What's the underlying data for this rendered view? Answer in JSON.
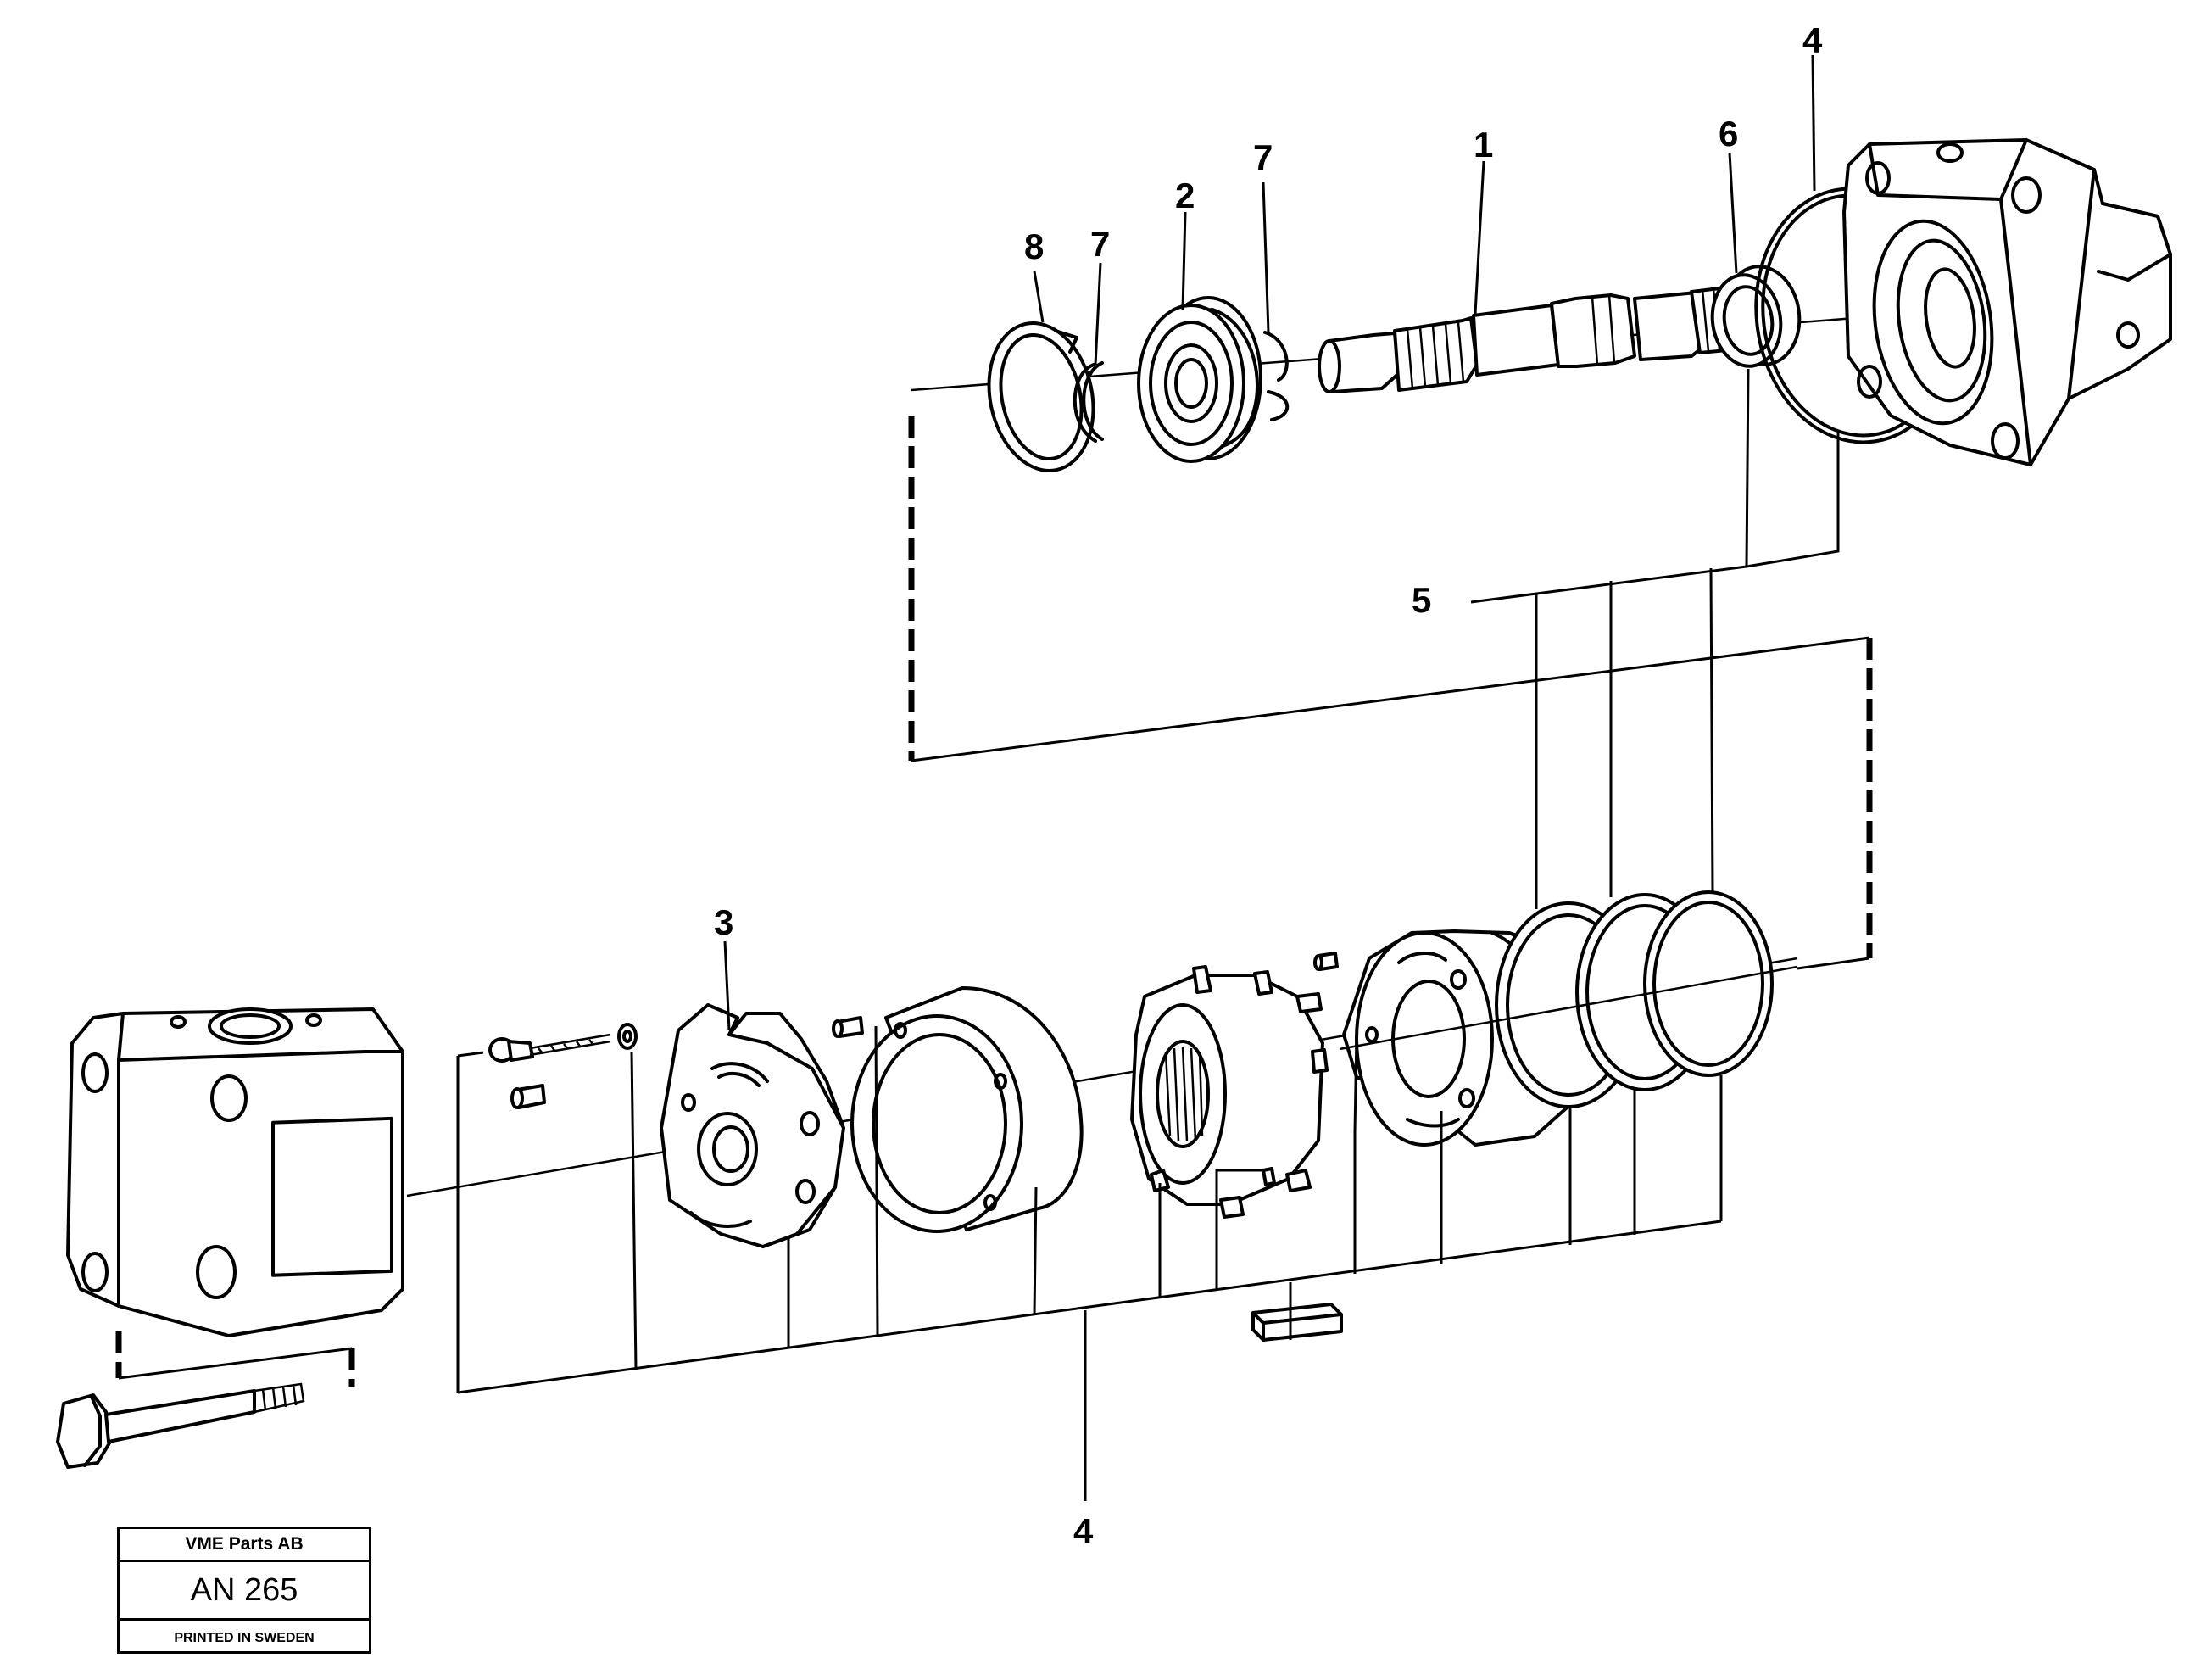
{
  "diagram": {
    "callouts": [
      {
        "id": "c1",
        "text": "1"
      },
      {
        "id": "c2",
        "text": "2"
      },
      {
        "id": "c3",
        "text": "3"
      },
      {
        "id": "c4a",
        "text": "4"
      },
      {
        "id": "c4b",
        "text": "4"
      },
      {
        "id": "c5",
        "text": "5"
      },
      {
        "id": "c6",
        "text": "6"
      },
      {
        "id": "c7a",
        "text": "7"
      },
      {
        "id": "c7b",
        "text": "7"
      },
      {
        "id": "c8",
        "text": "8"
      }
    ]
  },
  "stamp": {
    "company": "VME Parts AB",
    "code": "AN 265",
    "printed": "PRINTED IN SWEDEN"
  }
}
